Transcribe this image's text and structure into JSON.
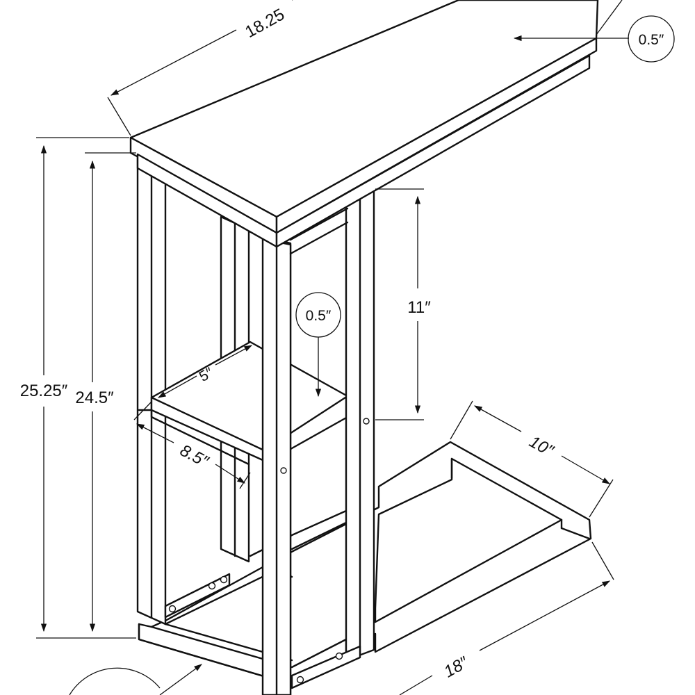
{
  "dimensions": {
    "top_width": "18.25",
    "top_thickness": "0.5″",
    "leg_thickness": "0.5″",
    "overall_height": "25.25″",
    "leg_height": "24.5″",
    "shelf_spacing": "11″",
    "shelf_depth": "5″",
    "shelf_width": "8.5″",
    "base_depth": "10″",
    "base_length": "18″"
  }
}
